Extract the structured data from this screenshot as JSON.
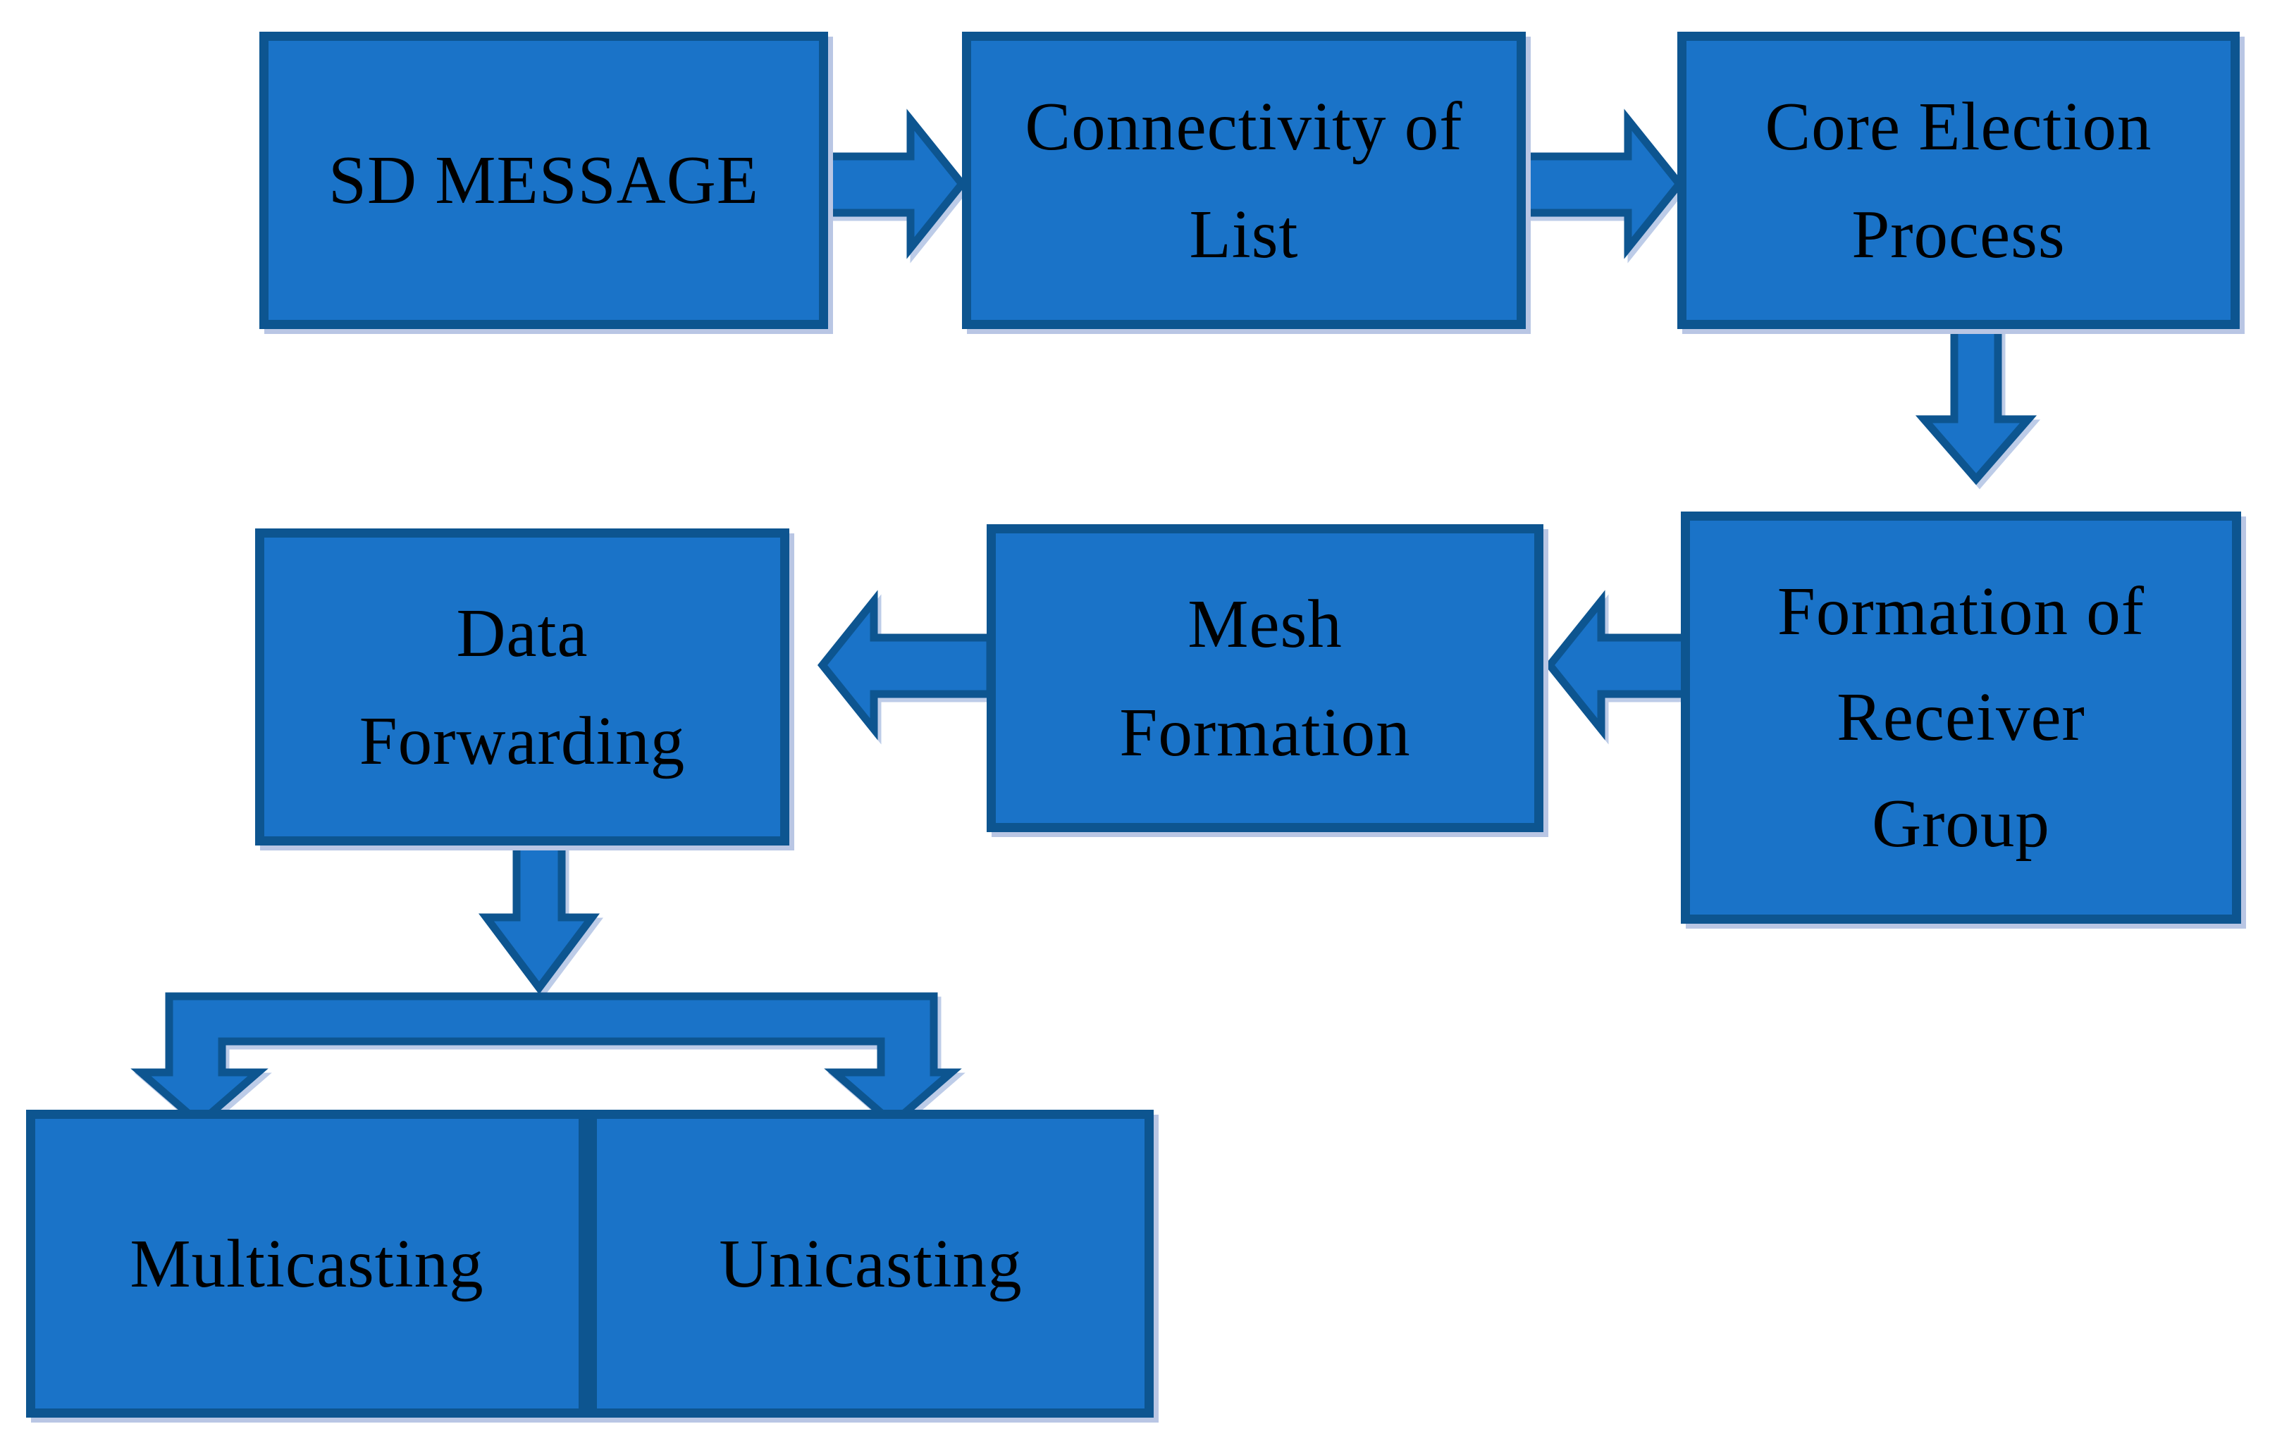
{
  "diagram": {
    "title": "SD message flow diagram",
    "colors": {
      "background": "#ffffff",
      "box_fill": "#1a73c8",
      "box_border": "#0d5590",
      "highlight_shadow": "#b9c6e4",
      "text": "#000000"
    },
    "nodes": [
      {
        "id": "sd-message",
        "label": "SD MESSAGE"
      },
      {
        "id": "connectivity-of-list",
        "label": "Connectivity of\nList"
      },
      {
        "id": "core-election-process",
        "label": "Core Election\nProcess"
      },
      {
        "id": "formation-of-receiver-group",
        "label": "Formation of\nReceiver\nGroup"
      },
      {
        "id": "mesh-formation",
        "label": "Mesh\nFormation"
      },
      {
        "id": "data-forwarding",
        "label": "Data\nForwarding"
      },
      {
        "id": "multicasting",
        "label": "Multicasting"
      },
      {
        "id": "unicasting",
        "label": "Unicasting"
      }
    ],
    "edges": [
      {
        "from": "sd-message",
        "to": "connectivity-of-list",
        "direction": "right"
      },
      {
        "from": "connectivity-of-list",
        "to": "core-election-process",
        "direction": "right"
      },
      {
        "from": "core-election-process",
        "to": "formation-of-receiver-group",
        "direction": "down"
      },
      {
        "from": "formation-of-receiver-group",
        "to": "mesh-formation",
        "direction": "left"
      },
      {
        "from": "mesh-formation",
        "to": "data-forwarding",
        "direction": "left"
      },
      {
        "from": "data-forwarding",
        "to": "splitter",
        "direction": "down"
      },
      {
        "from": "splitter",
        "to": "multicasting",
        "direction": "down"
      },
      {
        "from": "splitter",
        "to": "unicasting",
        "direction": "down"
      }
    ]
  }
}
